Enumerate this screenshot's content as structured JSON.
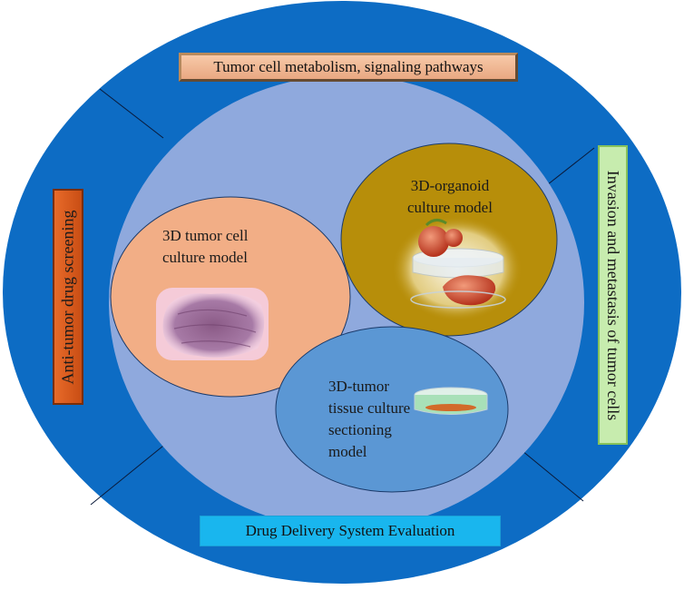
{
  "outer_labels": {
    "top": "Tumor cell metabolism, signaling pathways",
    "left": "Anti-tumor drug screening",
    "right": "Invasion and metastasis of tumor cells",
    "bottom": "Drug Delivery System Evaluation"
  },
  "models": {
    "tumor_cell": [
      "3D tumor cell",
      "culture model"
    ],
    "organoid": [
      "3D-organoid",
      "culture model"
    ],
    "tissue": [
      "3D-tumor",
      "tissue culture",
      "sectioning",
      "model"
    ]
  },
  "colors": {
    "outer_ring": "#0d6cc4",
    "inner_disc": "#8fa9dd",
    "tumor_cell_circle": "#f2ae86",
    "organoid_circle": "#b78e0a",
    "tissue_circle": "#5b97d4",
    "label_top": "#f2b892",
    "label_left": "#d95c1d",
    "label_right": "#c7ecae",
    "label_bottom": "#19b6ee"
  },
  "icons": [
    "tumor-spheroid-image",
    "organoid-dish-image",
    "tissue-section-dish-image"
  ]
}
